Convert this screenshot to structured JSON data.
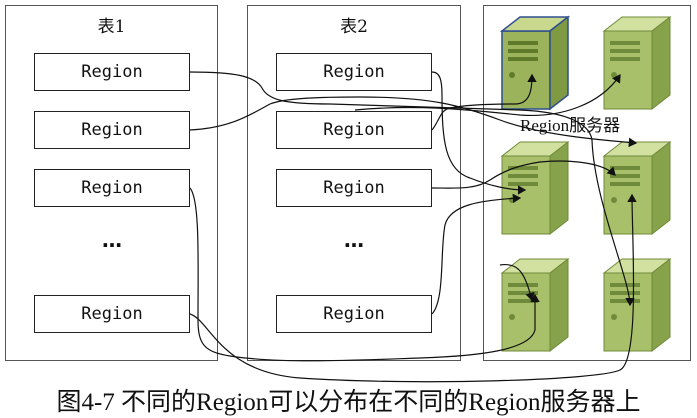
{
  "tables": [
    {
      "title": "表1",
      "items": [
        "Region",
        "Region",
        "Region",
        "…",
        "Region"
      ]
    },
    {
      "title": "表2",
      "items": [
        "Region",
        "Region",
        "Region",
        "…",
        "Region"
      ]
    }
  ],
  "server_group": {
    "label": "Region服务器",
    "server_count": 6
  },
  "caption": "图4-7 不同的Region可以分布在不同的Region服务器上",
  "colors": {
    "server_body": "#a9c06a",
    "server_dark": "#6f8a3a",
    "server_highlight_border": "#2f4f8f",
    "line": "#111111"
  }
}
